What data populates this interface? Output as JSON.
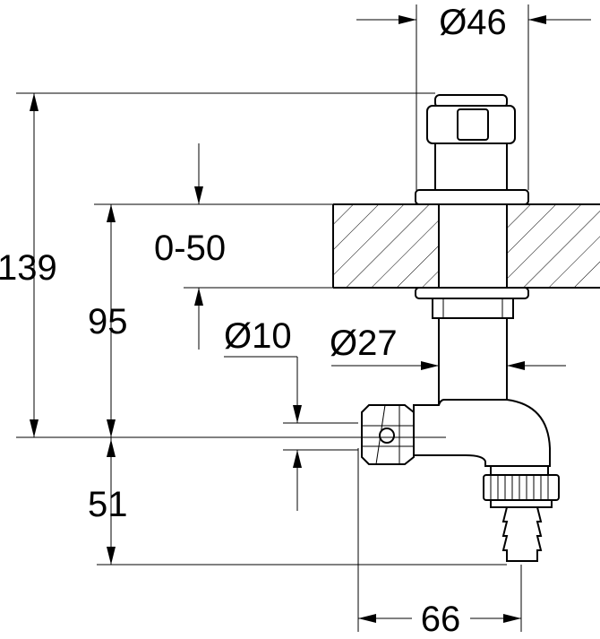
{
  "drawing": {
    "type": "technical dimension drawing",
    "colors": {
      "line": "#000000",
      "background": "#ffffff"
    },
    "dimensions": {
      "top_diameter": "Ø46",
      "overall_height": "139",
      "wall_thickness": "0-50",
      "height_below_wall": "95",
      "inlet_diameter": "Ø10",
      "pipe_diameter": "Ø27",
      "outlet_height": "51",
      "projection": "66"
    }
  }
}
